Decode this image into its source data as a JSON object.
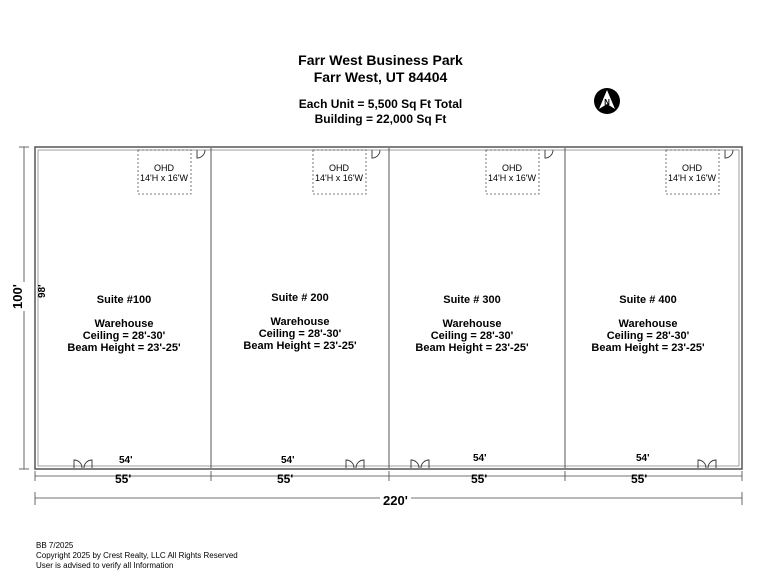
{
  "header": {
    "title": "Farr West Business Park",
    "location": "Farr West, UT 84404",
    "unit_size": "Each Unit = 5,500 Sq Ft  Total",
    "building_size": "Building = 22,000 Sq Ft"
  },
  "compass": {
    "letter": "N",
    "icon": "north-arrow-icon"
  },
  "door": {
    "label": "OHD",
    "size": "14'H x 16'W"
  },
  "suites": [
    {
      "name": "Suite #100",
      "type": "Warehouse",
      "ceiling": "Ceiling = 28'-30'",
      "beam": "Beam Height = 23'-25'",
      "interior_width": "54'",
      "exterior_width": "55'"
    },
    {
      "name": "Suite # 200",
      "type": "Warehouse",
      "ceiling": "Ceiling = 28'-30'",
      "beam": "Beam Height = 23'-25'",
      "interior_width": "54'",
      "exterior_width": "55'"
    },
    {
      "name": "Suite # 300",
      "type": "Warehouse",
      "ceiling": "Ceiling = 28'-30'",
      "beam": "Beam Height = 23'-25'",
      "interior_width": "54'",
      "exterior_width": "55'"
    },
    {
      "name": "Suite # 400",
      "type": "Warehouse",
      "ceiling": "Ceiling = 28'-30'",
      "beam": "Beam Height = 23'-25'",
      "interior_width": "54'",
      "exterior_width": "55'"
    }
  ],
  "dimensions": {
    "total_width": "220'",
    "exterior_depth": "100'",
    "interior_depth": "98'"
  },
  "footer": {
    "revision": "BB 7/2025",
    "copyright": "Copyright 2025 by Crest Realty, LLC All Rights Reserved",
    "disclaimer": "User is advised to verify all Information"
  },
  "colors": {
    "wall": "#555555",
    "ink": "#000000"
  }
}
